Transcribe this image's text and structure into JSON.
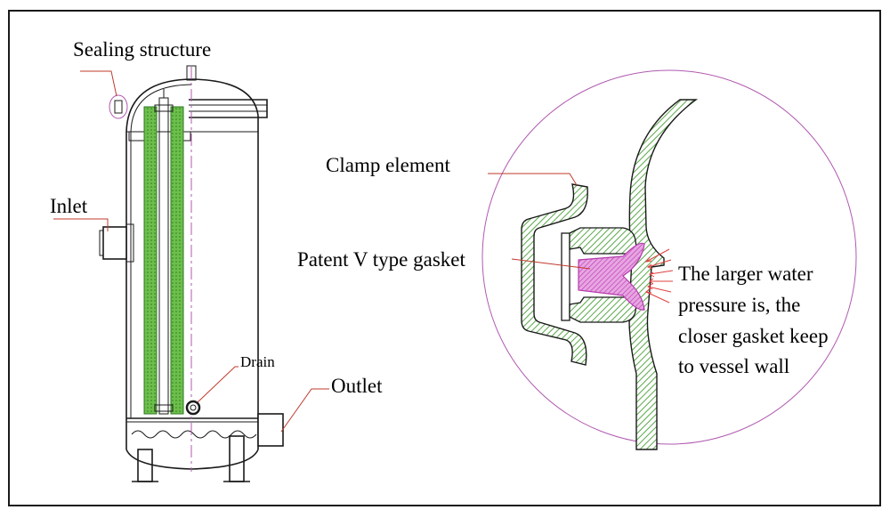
{
  "labels": {
    "sealing_structure": "Sealing structure",
    "inlet": "Inlet",
    "drain": "Drain",
    "outlet": "Outlet",
    "clamp_element": "Clamp element",
    "gasket": "Patent V type gasket",
    "pressure_note": [
      "The larger water",
      "pressure is, the",
      "closer gasket keep",
      "to vessel wall"
    ]
  },
  "colors": {
    "hatch_green": "#5aa84a",
    "gasket_magenta": "#d04fc8",
    "detail_circle": "#b05ab0",
    "leader_red": "#c0392b",
    "pressure_arrow": "#e04040"
  }
}
